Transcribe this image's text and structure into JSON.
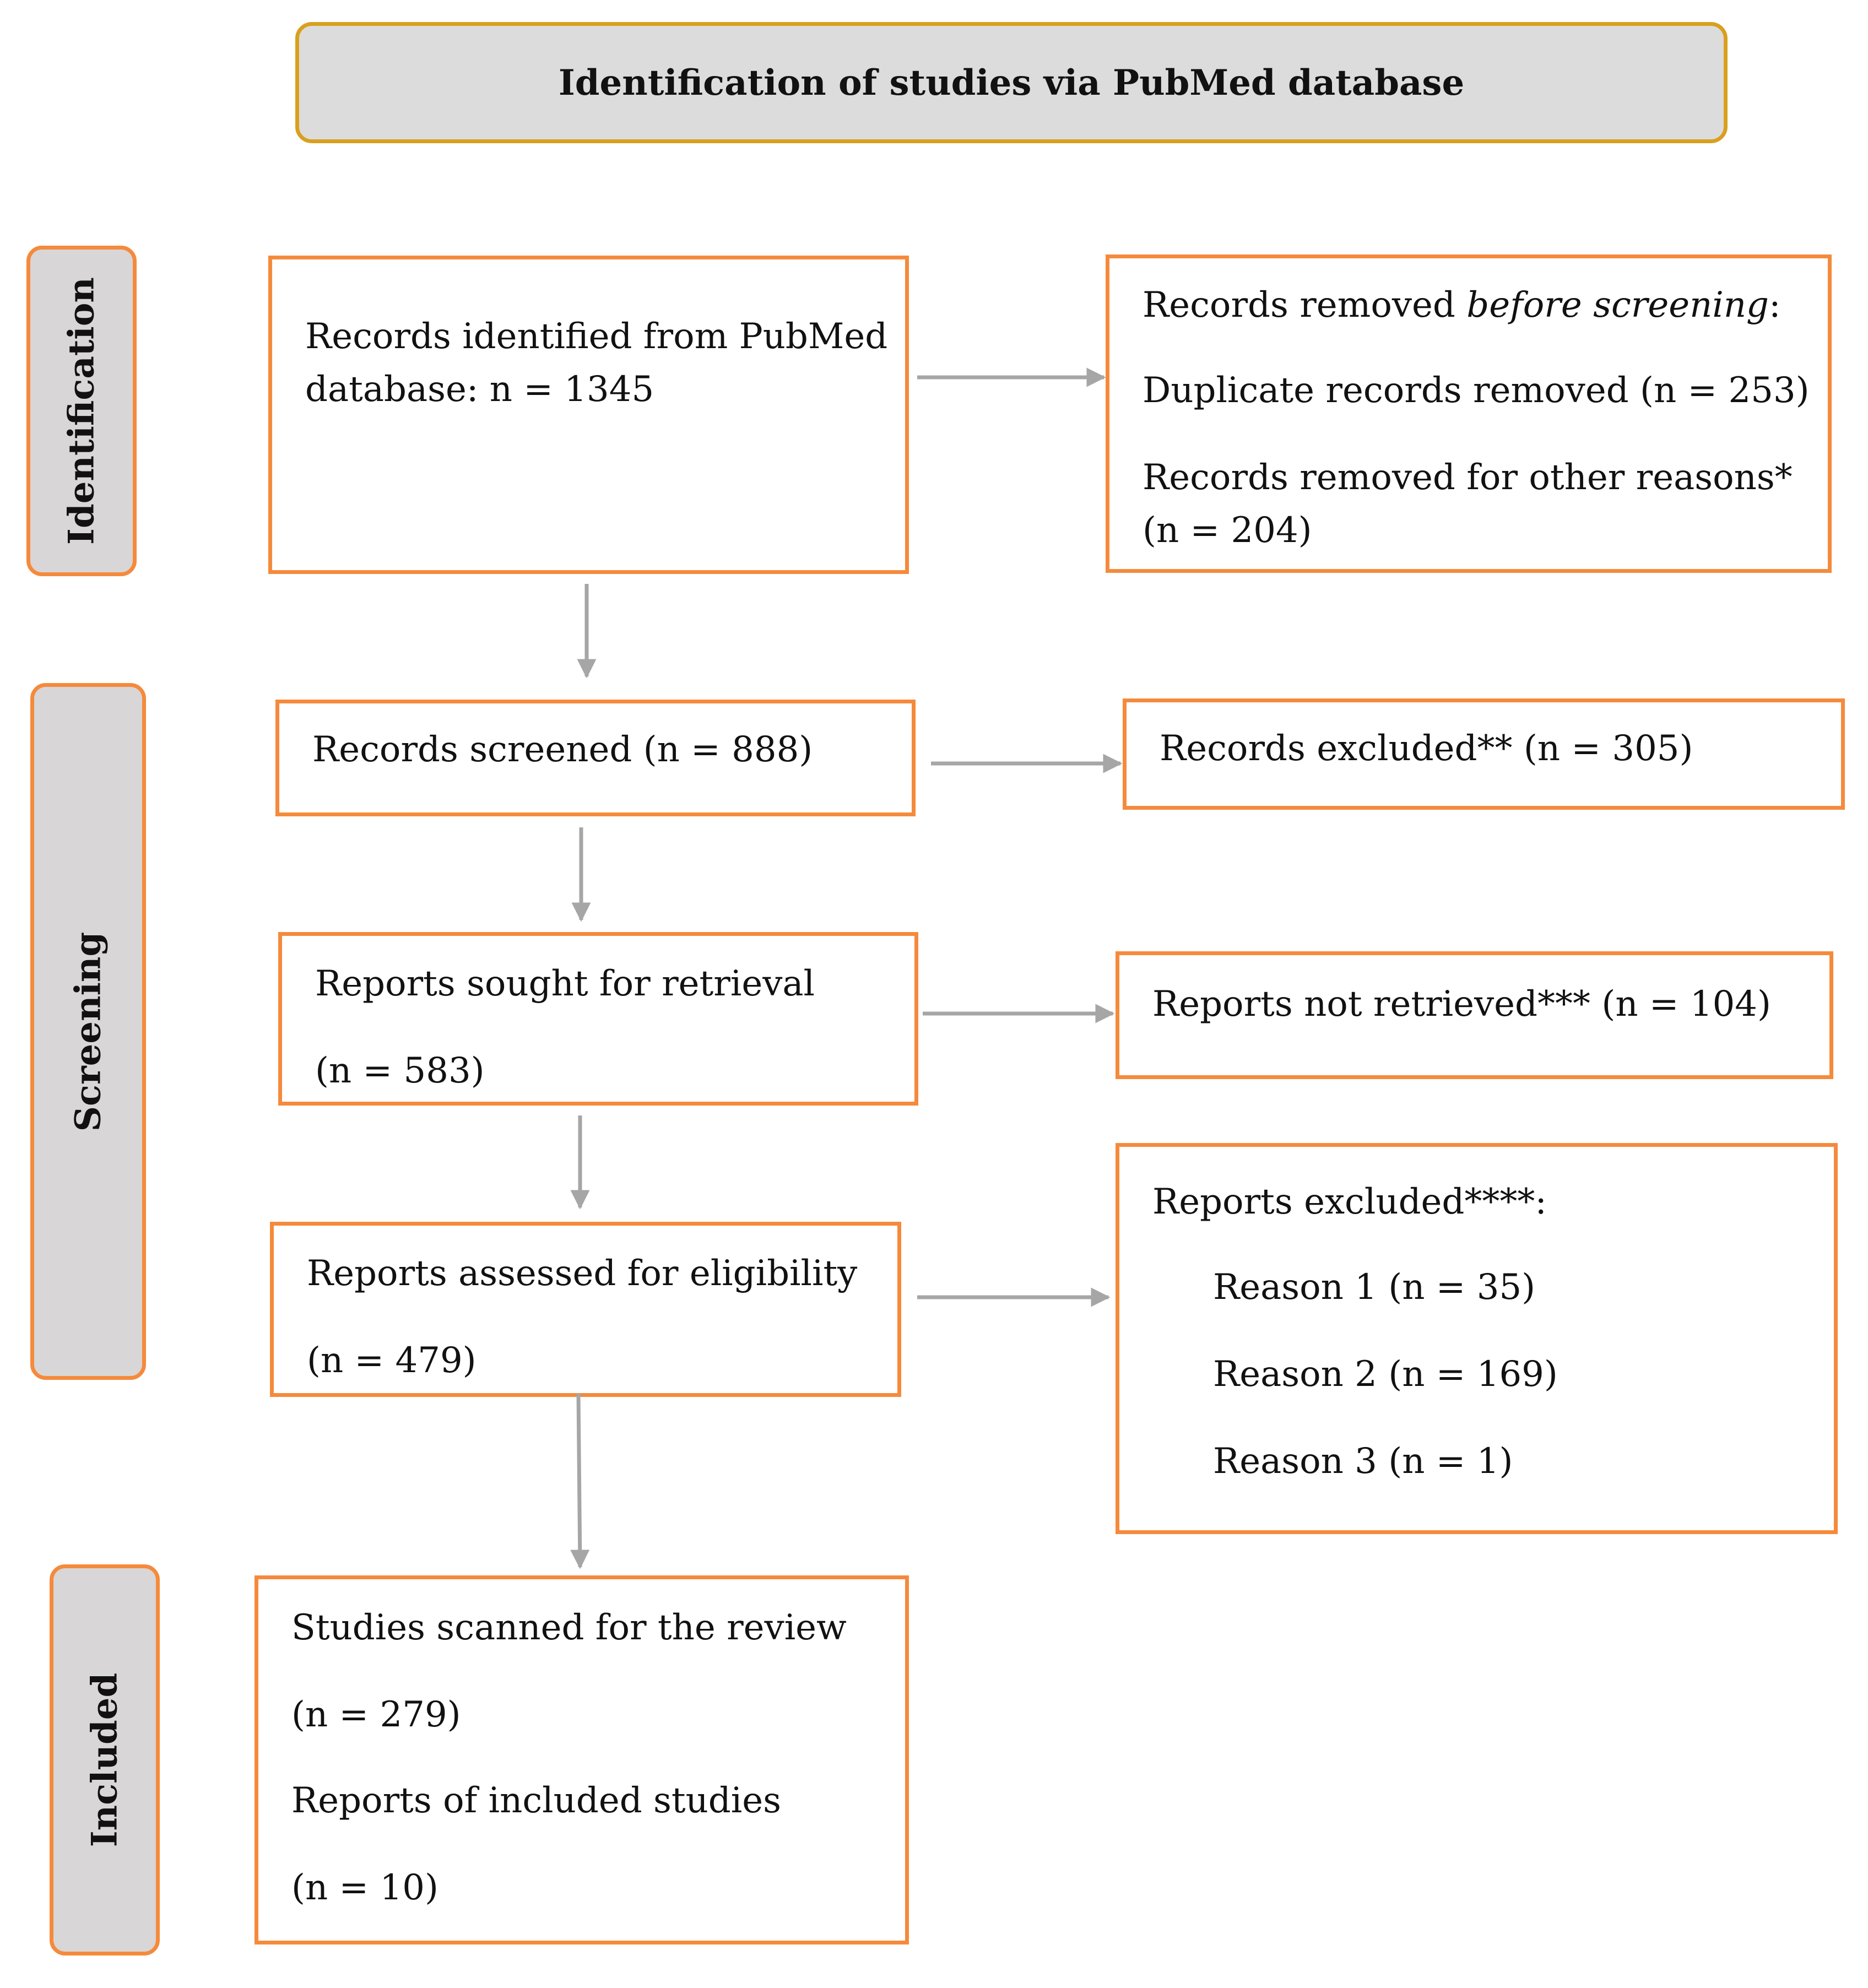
{
  "header": {
    "title": "Identification of studies via PubMed database"
  },
  "stages": {
    "identification": "Identification",
    "screening": "Screening",
    "included": "Included"
  },
  "boxes": {
    "identified": {
      "line1": "Records identified from PubMed",
      "line2": "database: n = 1345"
    },
    "removed": {
      "title_prefix": "Records removed ",
      "title_italic": "before screening",
      "title_suffix": ":",
      "duplicates": "Duplicate records removed (n = 253)",
      "other_line1": "Records removed for other reasons*",
      "other_line2": "(n = 204)"
    },
    "screened": {
      "text": "Records screened (n = 888)"
    },
    "excluded_records": {
      "text": "Records excluded** (n = 305)"
    },
    "sought": {
      "line1": "Reports sought for retrieval",
      "line2": "(n = 583)"
    },
    "not_retrieved": {
      "text": "Reports not retrieved*** (n = 104)"
    },
    "assessed": {
      "line1": "Reports assessed for eligibility",
      "line2": "(n = 479)"
    },
    "reports_excluded": {
      "title": "Reports excluded****:",
      "reason1": "Reason 1 (n = 35)",
      "reason2": "Reason 2 (n = 169)",
      "reason3": "Reason 3 (n = 1)"
    },
    "included": {
      "line1": "Studies scanned for the review",
      "line2": "(n = 279)",
      "line3": "Reports of included studies",
      "line4": "(n = 10)"
    }
  },
  "colors": {
    "box_border": "#F58A3C",
    "header_border": "#D9A01E",
    "header_fill": "#DCDCDC",
    "stage_fill": "#D8D6D6",
    "arrow": "#A6A6A6"
  }
}
